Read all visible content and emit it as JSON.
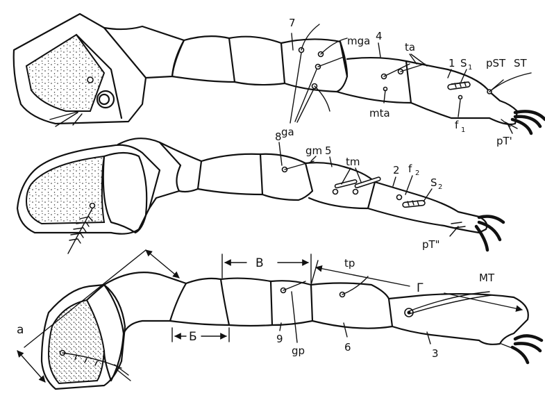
{
  "leg1": {
    "labels": {
      "segment_7": "7",
      "segment_4": "4",
      "segment_1": "1",
      "mga": "mga",
      "ta": "ta",
      "s1": "S",
      "s1_sub": "1",
      "pst": "pST",
      "st": "ST",
      "ga": "ga",
      "mta": "mta",
      "f1": "f",
      "f1_sub": "1",
      "pt_prime": "pT'"
    }
  },
  "leg2": {
    "labels": {
      "segment_8": "8",
      "gm": "gm",
      "segment_5": "5",
      "tm": "tm",
      "segment_2": "2",
      "f2": "f",
      "f2_sub": "2",
      "s2": "S",
      "s2_sub": "2",
      "pt_double_prime": "pT\""
    }
  },
  "leg3": {
    "labels": {
      "dim_a": "a",
      "dim_b_cyr": "Б",
      "dim_v_cyr": "В",
      "dim_g_cyr": "Г",
      "tp": "tp",
      "mt": "MT",
      "segment_9": "9",
      "gp": "gp",
      "segment_6": "6",
      "segment_3": "3"
    }
  }
}
